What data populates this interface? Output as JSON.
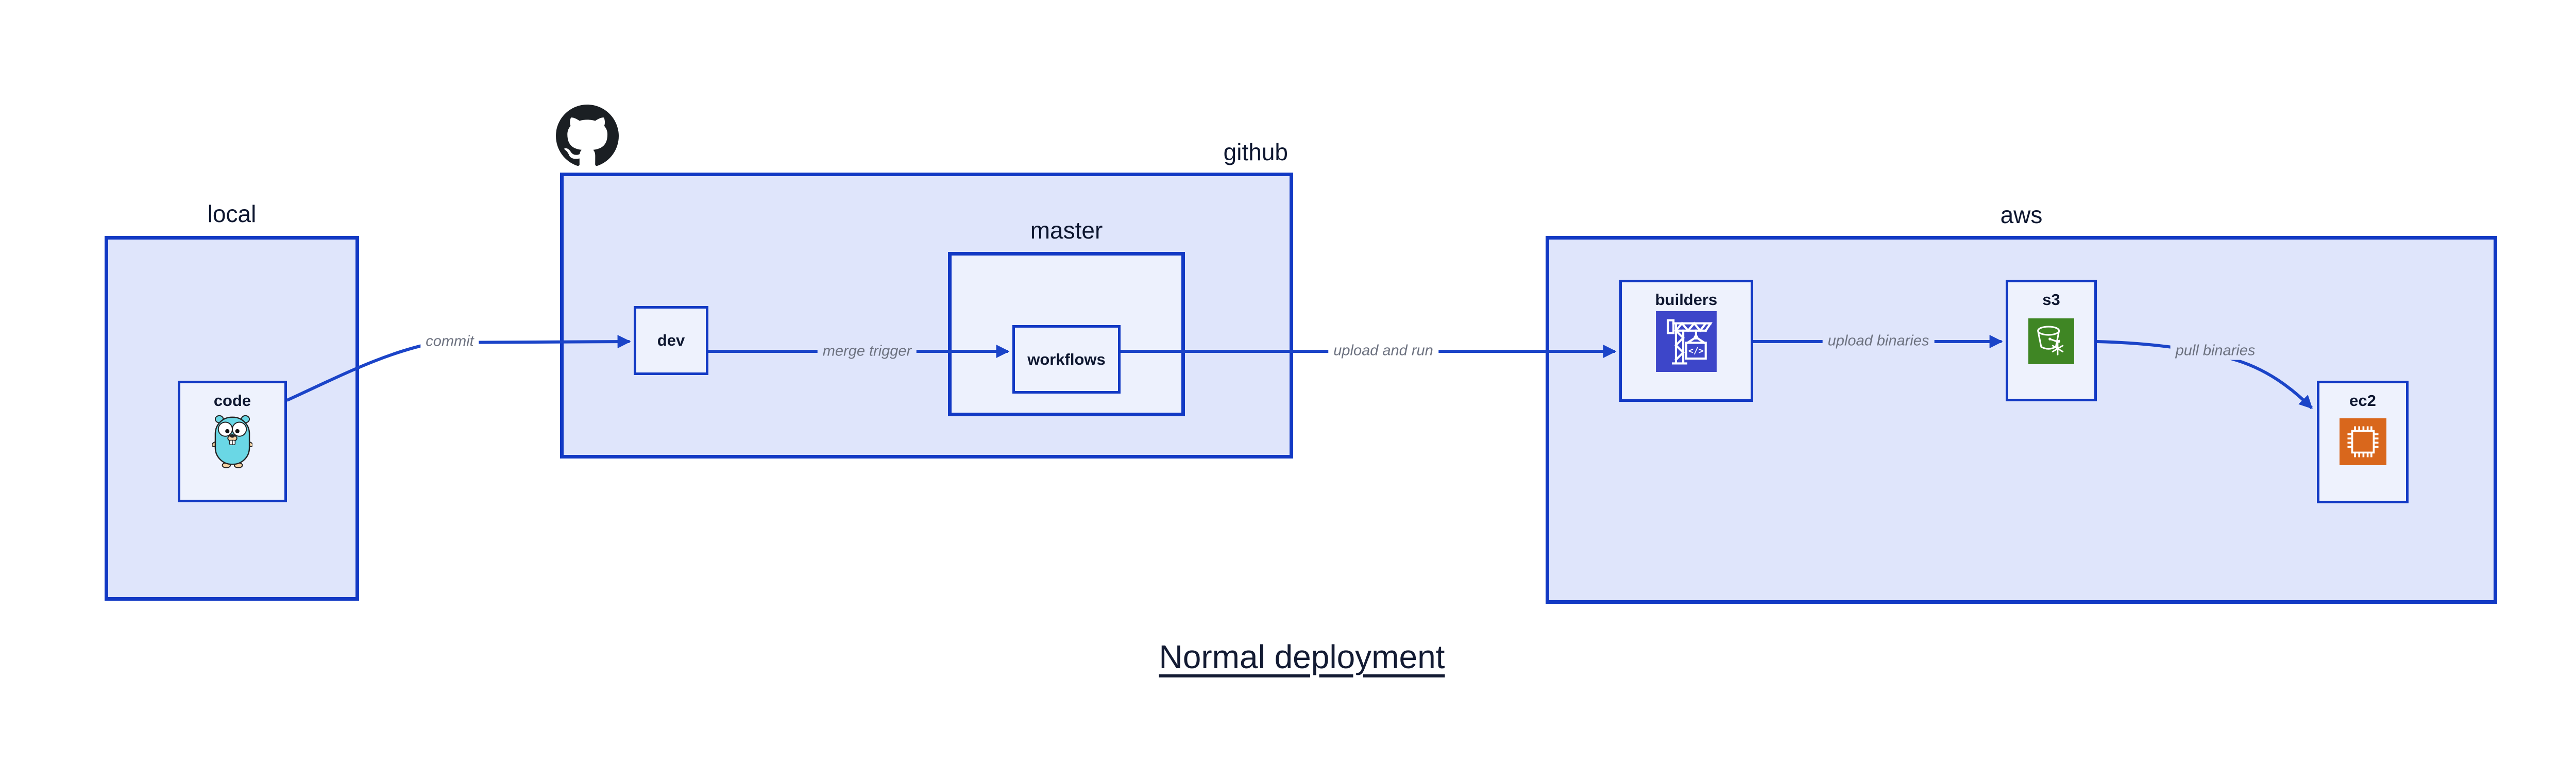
{
  "diagram": {
    "title": "Normal deployment",
    "containers": {
      "local": {
        "label": "local"
      },
      "github": {
        "label": "github"
      },
      "master": {
        "label": "master"
      },
      "aws": {
        "label": "aws"
      }
    },
    "nodes": {
      "code": {
        "label": "code",
        "icon": "go-gopher-icon"
      },
      "dev": {
        "label": "dev"
      },
      "workflows": {
        "label": "workflows"
      },
      "builders": {
        "label": "builders",
        "icon": "aws-codebuild-crane-icon"
      },
      "s3": {
        "label": "s3",
        "icon": "aws-s3-bucket-snowflake-icon"
      },
      "ec2": {
        "label": "ec2",
        "icon": "aws-ec2-chip-icon"
      }
    },
    "edges": {
      "commit": {
        "from": "code",
        "to": "dev",
        "label": "commit"
      },
      "merge_trigger": {
        "from": "dev",
        "to": "workflows",
        "label": "merge trigger"
      },
      "upload_and_run": {
        "from": "workflows",
        "to": "builders",
        "label": "upload and run"
      },
      "upload_binaries": {
        "from": "builders",
        "to": "s3",
        "label": "upload binaries"
      },
      "pull_binaries": {
        "from": "s3",
        "to": "ec2",
        "label": "pull binaries"
      }
    },
    "icons": {
      "github": "github-octocat-icon"
    },
    "colors": {
      "border_blue": "#1239c4",
      "edge_blue": "#1b44c8",
      "container_fill": "#dfe5fb",
      "inner_container_fill": "#edf1fd",
      "node_fill": "#eef2fd",
      "label_dark": "#0e1730",
      "edge_label_gray": "#6d7280",
      "codebuild_indigo": "#3d46c9",
      "s3_green": "#3f8624",
      "ec2_orange": "#d9671c",
      "gopher_teal": "#6ad7e5",
      "octocat_black": "#1b1f23",
      "background": "#ffffff"
    }
  }
}
